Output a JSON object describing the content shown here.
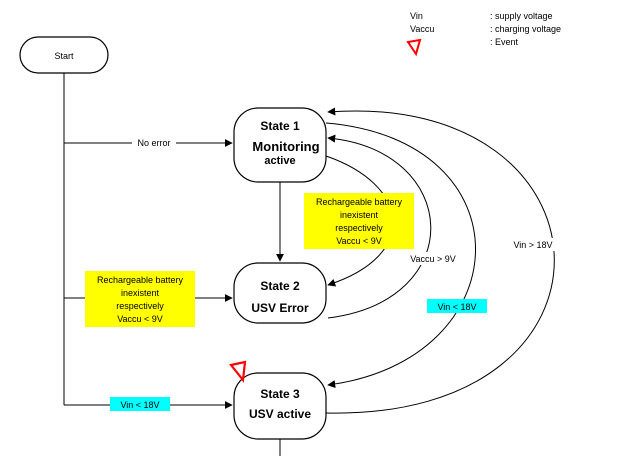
{
  "legend": {
    "items": [
      {
        "symbol": "Vin",
        "desc": ": supply voltage"
      },
      {
        "symbol": "Vaccu",
        "desc": ": charging voltage"
      },
      {
        "desc": ": Event"
      }
    ],
    "event_color": "#ff0000"
  },
  "nodes": {
    "start": {
      "label": "Start"
    },
    "state1": {
      "title": "State 1",
      "line2": "Monitoring",
      "line3": "active"
    },
    "state2": {
      "title": "State 2",
      "line2": "USV Error"
    },
    "state3": {
      "title": "State 3",
      "line2": "USV active"
    }
  },
  "edges": {
    "no_error": "No error",
    "vaccu_gt_9v": "Vaccu > 9V",
    "vin_gt_18v": "Vin > 18V",
    "vin_lt_18v_mid": "Vin < 18V",
    "vin_lt_18v_bottom": "Vin < 18V",
    "battery_box_right": [
      "Rechargeable battery",
      "inexistent",
      "respectively",
      "Vaccu < 9V"
    ],
    "battery_box_left": [
      "Rechargeable battery",
      "inexistent",
      "respectively",
      "Vaccu < 9V"
    ]
  },
  "colors": {
    "yellow_box": "#ffff00",
    "cyan_box": "#00ffff",
    "event": "#ff0000"
  }
}
